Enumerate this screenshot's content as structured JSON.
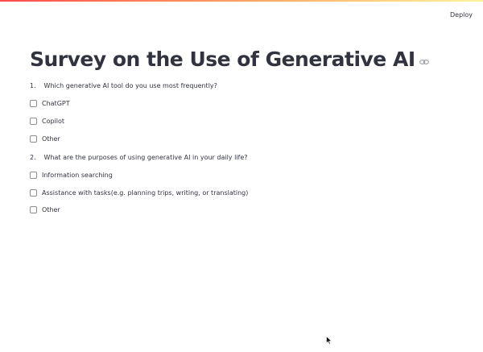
{
  "header": {
    "deploy_label": "Deploy"
  },
  "page": {
    "title": "Survey on the Use of Generative AI"
  },
  "questions": [
    {
      "number": "1.",
      "text": "Which generative AI tool do you use most frequently?",
      "options": [
        "ChatGPT",
        "Copilot",
        "Other"
      ]
    },
    {
      "number": "2.",
      "text": "What are the purposes of using generative AI in your daily life?",
      "options": [
        "Information searching",
        "Assistance with tasks(e.g. planning trips, writing, or translating)",
        "Other"
      ]
    }
  ],
  "icons": {
    "title_anchor": "link-icon",
    "pointer": "mouse-cursor-icon"
  },
  "colors": {
    "text": "#31333f",
    "accent_start": "#ff4b4b",
    "accent_end": "#fff3a0",
    "checkbox_border": "#8d8f96"
  }
}
